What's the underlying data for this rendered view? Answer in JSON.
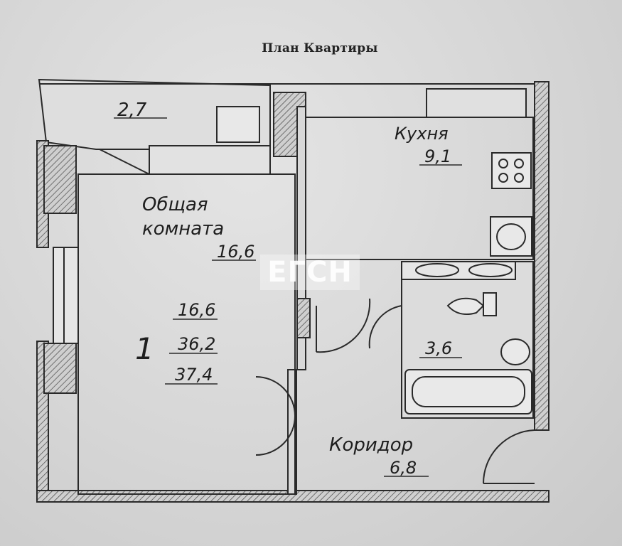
{
  "title": "План Квартиры",
  "watermark": "ЕГСН",
  "rooms": {
    "balcony_area": "2,7",
    "kitchen_label": "Кухня",
    "kitchen_area": "9,1",
    "living_label_line1": "Общая",
    "living_label_line2": "комната",
    "living_area": "16,6",
    "bathroom_area": "3,6",
    "corridor_label": "Коридор",
    "corridor_area": "6,8"
  },
  "summary": {
    "rooms_count": "1",
    "living_total": "16,6",
    "usable_total": "36,2",
    "total_area": "37,4"
  }
}
